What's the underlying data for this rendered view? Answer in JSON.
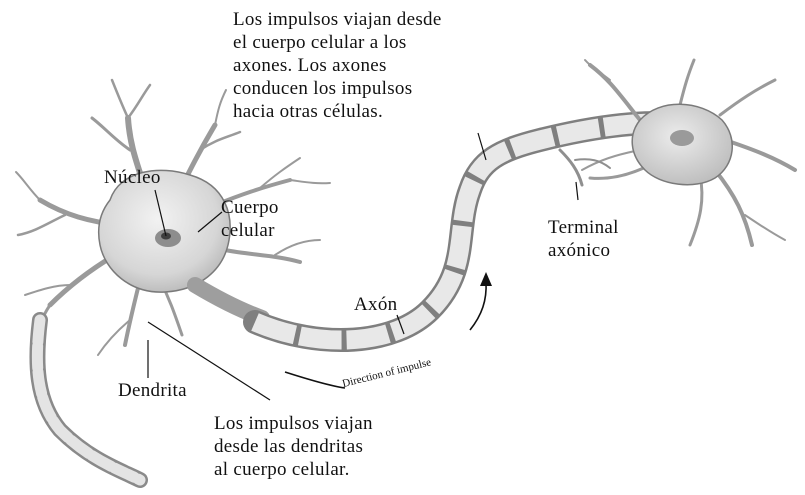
{
  "labels": {
    "nucleus": "Núcleo",
    "cell_body": "Cuerpo\ncelular",
    "axon_terminal": "Terminal\naxónico",
    "axon": "Axón",
    "dendrite": "Dendrita",
    "direction": "Direction of impulse"
  },
  "notes": {
    "top": "Los impulsos viajan desde\nel cuerpo celular a los\naxones. Los axones\nconducen los impulsos\nhacia otras células.",
    "bottom": "Los impulsos viajan\ndesde las dendritas\nal cuerpo celular."
  },
  "colors": {
    "tissue": "#e6e6e6",
    "tissue_shade": "#bdbdbd",
    "outline": "#6f6f6f",
    "text": "#111111"
  }
}
